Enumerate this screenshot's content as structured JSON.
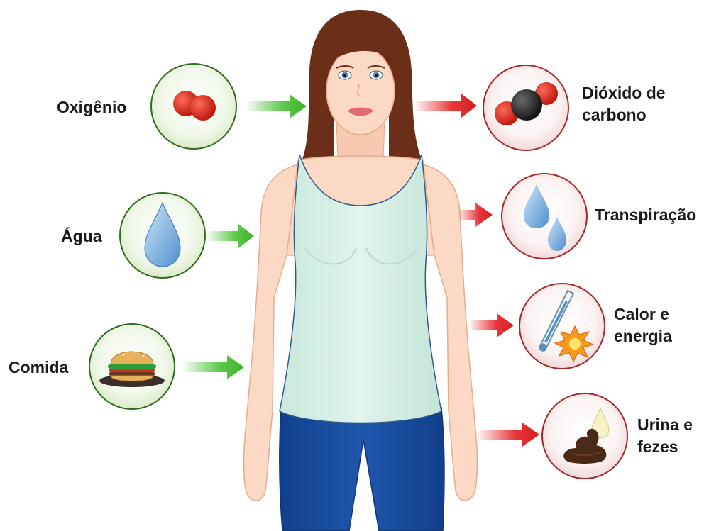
{
  "colors": {
    "input_arrow": "#5ec94a",
    "output_arrow": "#e8373a",
    "input_bubble": "#eef6e4",
    "output_bubble": "#fbf1f1",
    "skin": "#fcd9c5",
    "hair": "#6b2e16",
    "tank_top": "#d6efe6",
    "jeans": "#1a4ea1"
  },
  "inputs": [
    {
      "label": "Oxigênio",
      "icon": "oxygen-molecule-icon"
    },
    {
      "label": "Água",
      "icon": "water-drop-icon"
    },
    {
      "label": "Comida",
      "icon": "burger-icon"
    }
  ],
  "outputs": [
    {
      "label_line1": "Dióxido de",
      "label_line2": "carbono",
      "icon": "carbon-dioxide-molecule-icon"
    },
    {
      "label_line1": "Transpiração",
      "label_line2": "",
      "icon": "sweat-drops-icon"
    },
    {
      "label_line1": "Calor e",
      "label_line2": "energia",
      "icon": "thermometer-burst-icon"
    },
    {
      "label_line1": "Urina e",
      "label_line2": "fezes",
      "icon": "waste-icon"
    }
  ]
}
